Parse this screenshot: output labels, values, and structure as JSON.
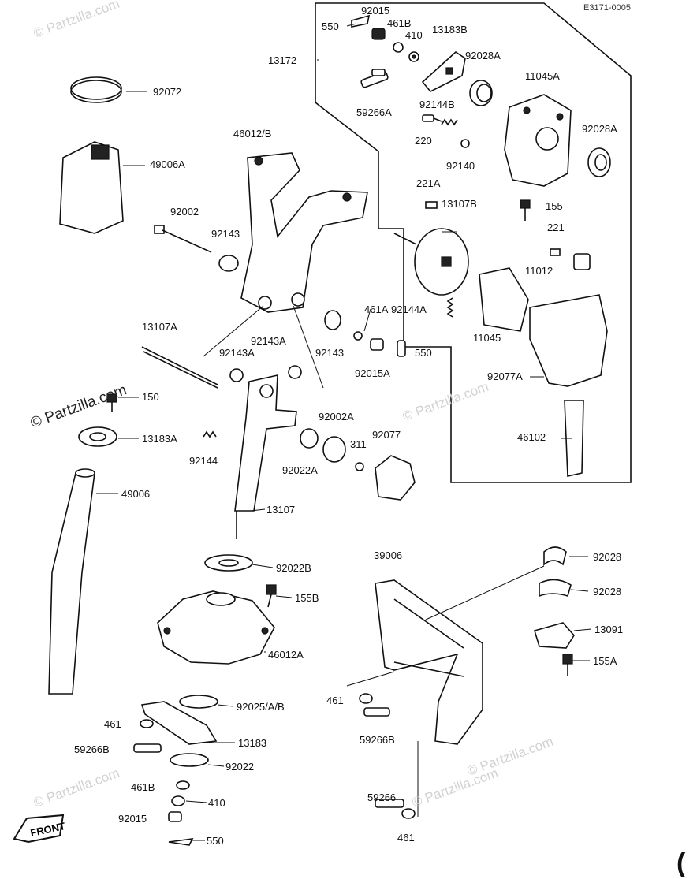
{
  "diagram_code": "E3171-0005",
  "watermarks": {
    "small": "© Partzilla.com",
    "main": "© Partzilla.com"
  },
  "front_badge": "FRONT",
  "corner_mark": "(",
  "callouts": [
    {
      "id": "92015_top",
      "text": "92015"
    },
    {
      "id": "550_top",
      "text": "550"
    },
    {
      "id": "461B_top",
      "text": "461B"
    },
    {
      "id": "410_top",
      "text": "410"
    },
    {
      "id": "13183B",
      "text": "13183B"
    },
    {
      "id": "13172",
      "text": "13172"
    },
    {
      "id": "92028A_top",
      "text": "92028A"
    },
    {
      "id": "11045A",
      "text": "11045A"
    },
    {
      "id": "59266A",
      "text": "59266A"
    },
    {
      "id": "92144B",
      "text": "92144B"
    },
    {
      "id": "220",
      "text": "220"
    },
    {
      "id": "92140",
      "text": "92140"
    },
    {
      "id": "92028A_right",
      "text": "92028A"
    },
    {
      "id": "92072",
      "text": "92072"
    },
    {
      "id": "46012B",
      "text": "46012/B"
    },
    {
      "id": "49006A",
      "text": "49006A"
    },
    {
      "id": "221A",
      "text": "221A"
    },
    {
      "id": "13107B",
      "text": "13107B"
    },
    {
      "id": "155",
      "text": "155"
    },
    {
      "id": "92002",
      "text": "92002"
    },
    {
      "id": "92143_upper",
      "text": "92143"
    },
    {
      "id": "221",
      "text": "221"
    },
    {
      "id": "11012",
      "text": "11012"
    },
    {
      "id": "92144A",
      "text": "92144A"
    },
    {
      "id": "461A",
      "text": "461A"
    },
    {
      "id": "11045",
      "text": "11045"
    },
    {
      "id": "13107A",
      "text": "13107A"
    },
    {
      "id": "92143A_1",
      "text": "92143A"
    },
    {
      "id": "92143A_2",
      "text": "92143A"
    },
    {
      "id": "92143_mid",
      "text": "92143"
    },
    {
      "id": "550_mid",
      "text": "550"
    },
    {
      "id": "92015A",
      "text": "92015A"
    },
    {
      "id": "92077A",
      "text": "92077A"
    },
    {
      "id": "150",
      "text": "150"
    },
    {
      "id": "92002A",
      "text": "92002A"
    },
    {
      "id": "92077",
      "text": "92077"
    },
    {
      "id": "13183A",
      "text": "13183A"
    },
    {
      "id": "92144",
      "text": "92144"
    },
    {
      "id": "311",
      "text": "311"
    },
    {
      "id": "46102",
      "text": "46102"
    },
    {
      "id": "92022A",
      "text": "92022A"
    },
    {
      "id": "49006",
      "text": "49006"
    },
    {
      "id": "13107",
      "text": "13107"
    },
    {
      "id": "39006",
      "text": "39006"
    },
    {
      "id": "92028_a",
      "text": "92028"
    },
    {
      "id": "92022B",
      "text": "92022B"
    },
    {
      "id": "92028_b",
      "text": "92028"
    },
    {
      "id": "155B",
      "text": "155B"
    },
    {
      "id": "13091",
      "text": "13091"
    },
    {
      "id": "46012A",
      "text": "46012A"
    },
    {
      "id": "155A",
      "text": "155A"
    },
    {
      "id": "92025AB",
      "text": "92025/A/B"
    },
    {
      "id": "461_mid",
      "text": "461"
    },
    {
      "id": "461_left",
      "text": "461"
    },
    {
      "id": "13183",
      "text": "13183"
    },
    {
      "id": "59266B_left",
      "text": "59266B"
    },
    {
      "id": "59266B_mid",
      "text": "59266B"
    },
    {
      "id": "92022",
      "text": "92022"
    },
    {
      "id": "461B_bottom",
      "text": "461B"
    },
    {
      "id": "410_bottom",
      "text": "410"
    },
    {
      "id": "59266",
      "text": "59266"
    },
    {
      "id": "92015_bottom",
      "text": "92015"
    },
    {
      "id": "550_bottom",
      "text": "550"
    },
    {
      "id": "461_bottom",
      "text": "461"
    }
  ]
}
